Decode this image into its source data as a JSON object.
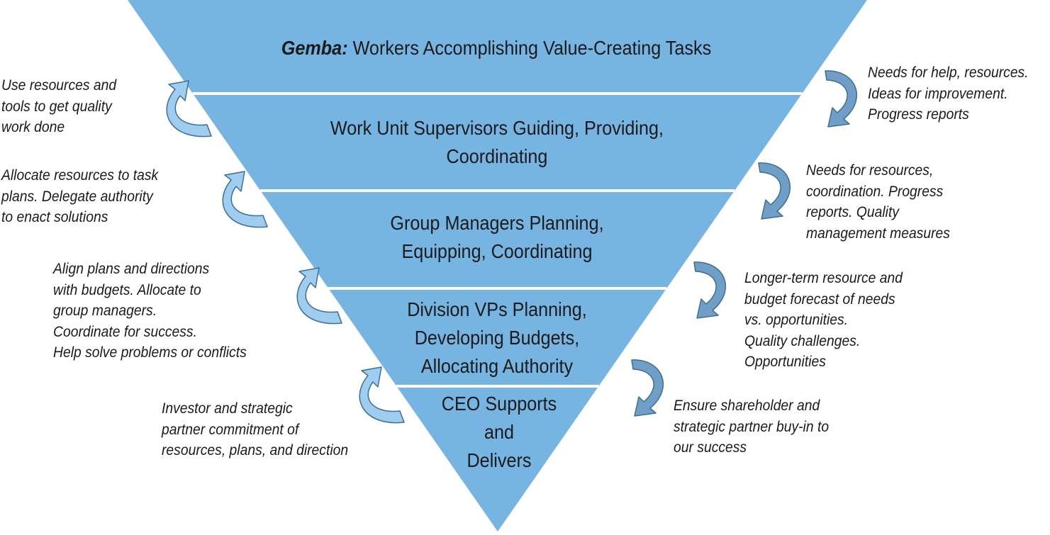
{
  "colors": {
    "tier_fill": "#76b5e2",
    "tier_divider": "#ffffff",
    "arrow_up_fill": "#9fcdef",
    "arrow_down_fill": "#6f9fc6",
    "arrow_stroke": "#3d6f96"
  },
  "tiers": [
    {
      "emphasis": "Gemba:",
      "lines": [
        "Workers Accomplishing Value-Creating Tasks"
      ]
    },
    {
      "lines": [
        "Work Unit Supervisors Guiding, Providing,",
        "Coordinating"
      ]
    },
    {
      "lines": [
        "Group Managers Planning,",
        "Equipping, Coordinating"
      ]
    },
    {
      "lines": [
        "Division VPs Planning,",
        "Developing Budgets,",
        "Allocating Authority"
      ]
    },
    {
      "lines": [
        "CEO Supports",
        "and",
        "Delivers"
      ]
    }
  ],
  "left_notes": [
    {
      "lines": [
        "Use resources and",
        "tools to get quality",
        "work done"
      ]
    },
    {
      "lines": [
        "Allocate resources to task",
        "plans. Delegate authority",
        "to enact solutions"
      ]
    },
    {
      "lines": [
        "Align plans and directions",
        "with budgets. Allocate to",
        "group managers.",
        "Coordinate for success.",
        "Help solve problems or conflicts"
      ]
    },
    {
      "lines": [
        "Investor and strategic",
        "partner commitment of",
        "resources, plans, and direction"
      ]
    }
  ],
  "right_notes": [
    {
      "lines": [
        "Needs for help, resources.",
        "Ideas for improvement.",
        "Progress reports"
      ]
    },
    {
      "lines": [
        "Needs for resources,",
        "coordination. Progress",
        "reports. Quality",
        "management measures"
      ]
    },
    {
      "lines": [
        "Longer-term resource and",
        "budget forecast of needs",
        "vs. opportunities.",
        "Quality challenges.",
        "Opportunities"
      ]
    },
    {
      "lines": [
        "Ensure shareholder and",
        "strategic partner buy-in to",
        "our success"
      ]
    }
  ],
  "icons": {
    "up_arrow": "curved-arrow-up-icon",
    "down_arrow": "curved-arrow-down-icon"
  }
}
